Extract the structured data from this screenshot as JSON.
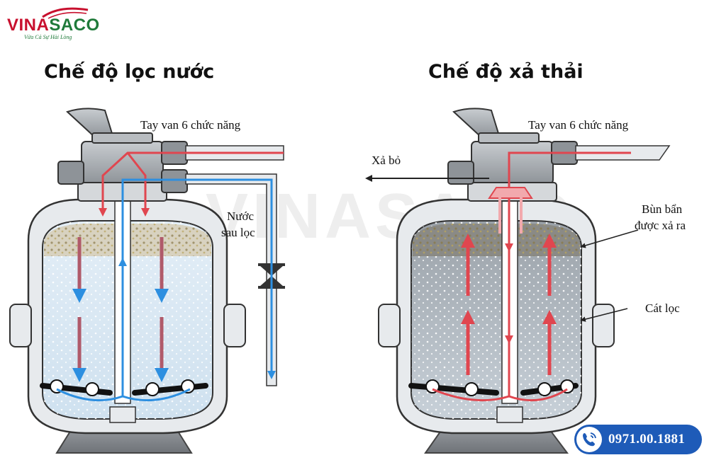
{
  "logo": {
    "brand": "VINASACO",
    "tagline": "Vừa Cả Sự Hài Lòng"
  },
  "watermark": {
    "text": "VINASACO"
  },
  "left_panel": {
    "title": "Chế độ lọc nước",
    "labels": {
      "valve": "Tay van 6 chức năng",
      "filtered_water_line1": "Nước",
      "filtered_water_line2": "sau lọc"
    }
  },
  "right_panel": {
    "title": "Chế độ xả thải",
    "labels": {
      "valve": "Tay van 6 chức năng",
      "discharge": "Xả bỏ",
      "dirty_sludge_line1": "Bùn bẩn",
      "dirty_sludge_line2": "được xả ra",
      "filter_sand": "Cát lọc"
    }
  },
  "contact": {
    "phone": "0971.00.1881",
    "icon": "phone-icon"
  },
  "colors": {
    "flow_in": "#e0464f",
    "flow_out": "#2d8fe0",
    "brand_green": "#1f7a3a",
    "brand_red": "#c8102e",
    "phone_bg": "#1e5bb8"
  }
}
